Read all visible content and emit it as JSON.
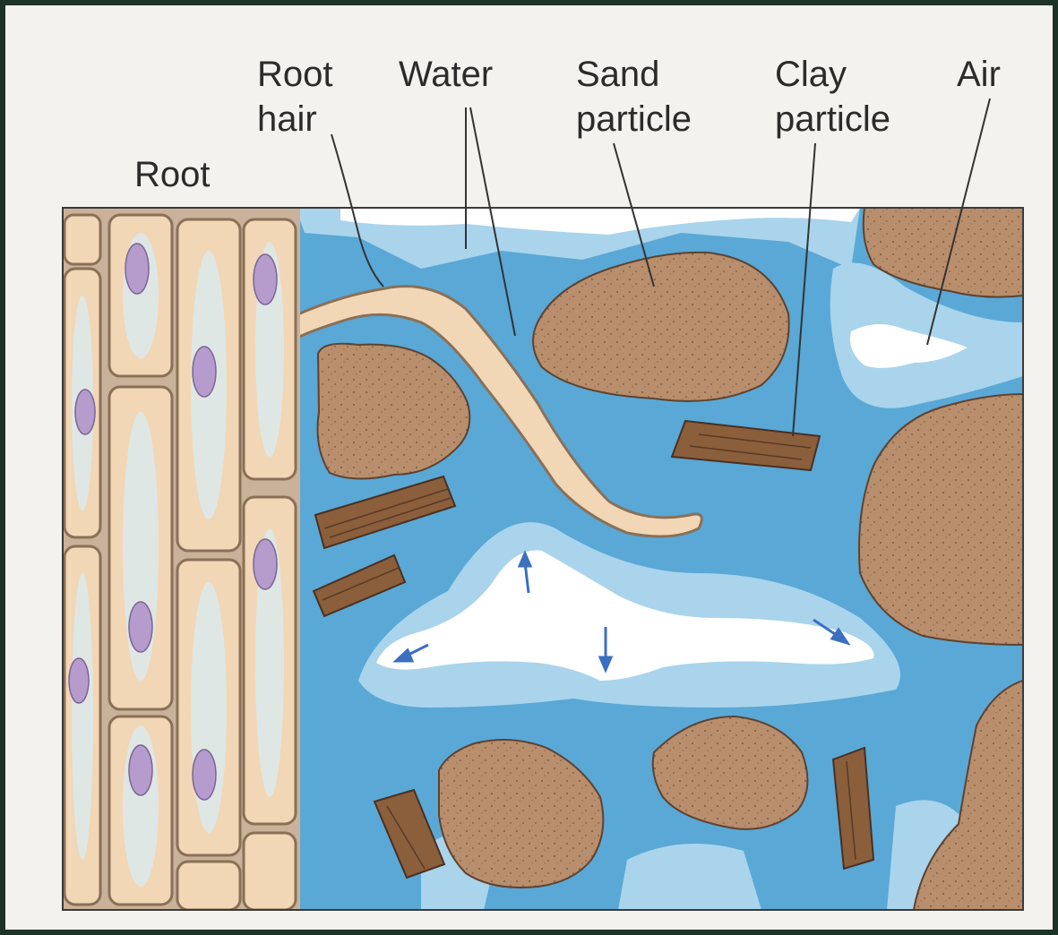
{
  "labels": {
    "root": "Root",
    "root_hair_1": "Root",
    "root_hair_2": "hair",
    "water": "Water",
    "sand_1": "Sand",
    "sand_2": "particle",
    "clay_1": "Clay",
    "clay_2": "particle",
    "air": "Air"
  },
  "colors": {
    "background_frame": "#1e3327",
    "panel": "#f3f2ee",
    "water_dark": "#5aa8d6",
    "water_light": "#a9d4ec",
    "air": "#ffffff",
    "root_cell": "#f1d7b6",
    "root_cell_wall": "#8a7057",
    "vacuole": "#dfe7e4",
    "nucleus": "#b59ccc",
    "sand": "#b88e6c",
    "clay": "#8b5e3c",
    "arrow": "#3b6fc0"
  }
}
